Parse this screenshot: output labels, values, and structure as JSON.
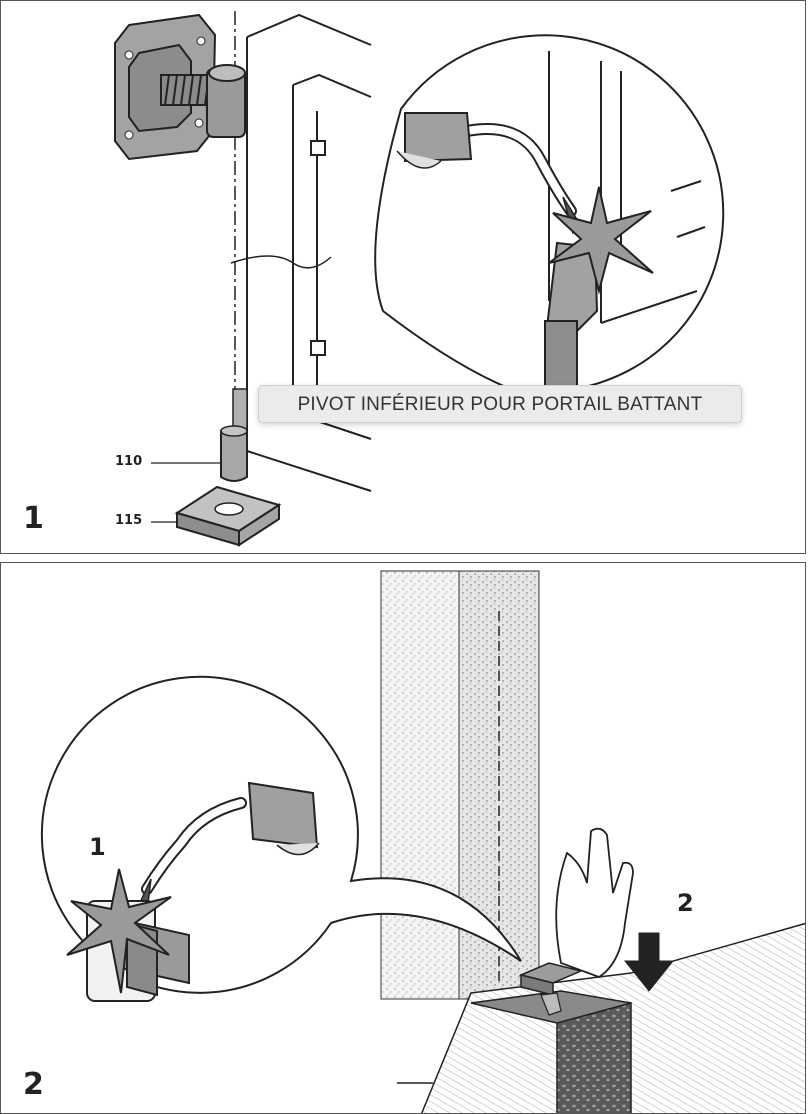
{
  "panel1": {
    "step_number": "1",
    "part_labels": [
      "110",
      "115"
    ]
  },
  "panel2": {
    "step_number": "2",
    "sub_steps": [
      "1",
      "2"
    ]
  },
  "tooltip": {
    "text": "PIVOT INFÉRIEUR POUR PORTAIL BATTANT"
  }
}
